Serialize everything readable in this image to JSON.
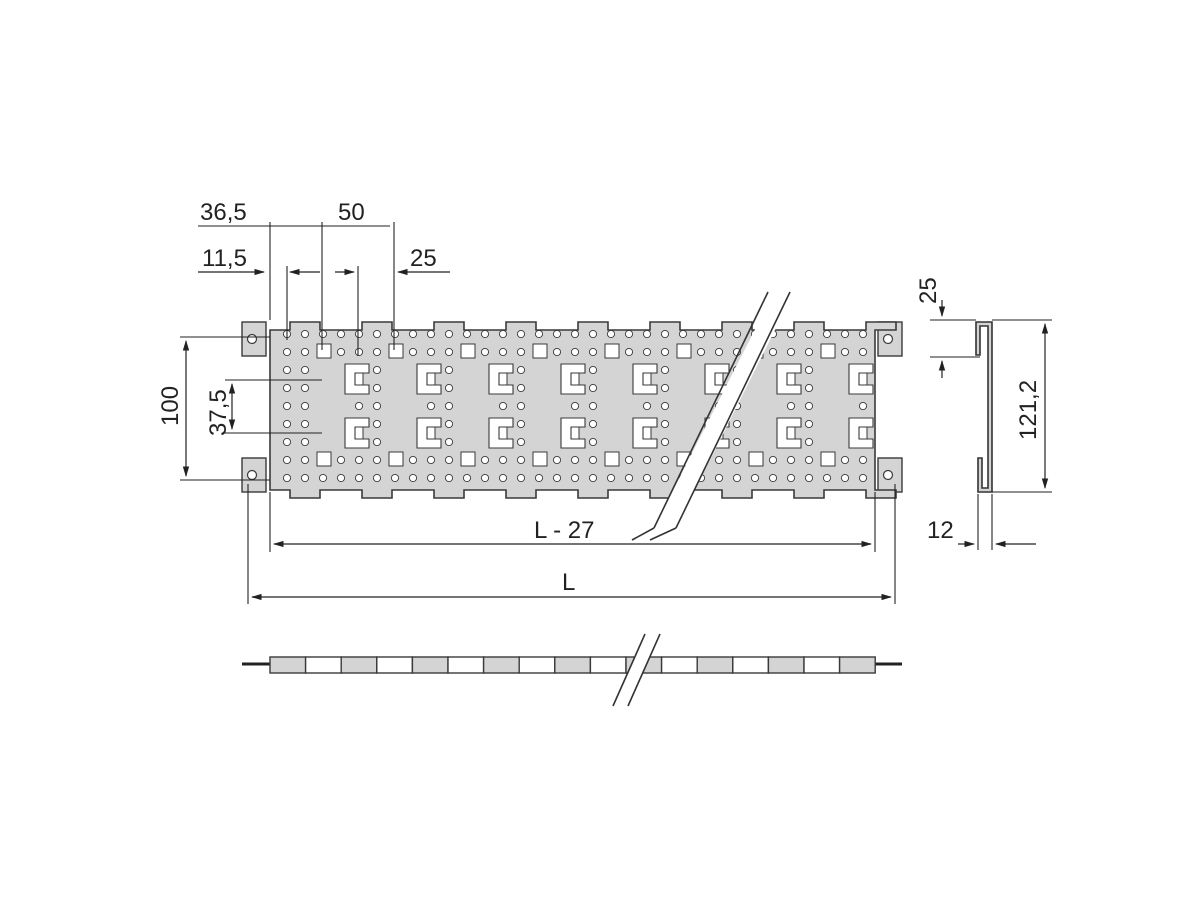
{
  "drawing": {
    "dimensions": {
      "d_36_5": "36,5",
      "d_50": "50",
      "d_11_5": "11,5",
      "d_25_top": "25",
      "d_100": "100",
      "d_37_5": "37,5",
      "d_L27": "L - 27",
      "d_L": "L",
      "d_25_side": "25",
      "d_121_2": "121,2",
      "d_12": "12"
    },
    "colors": {
      "plate_fill": "#d4d4d4",
      "plate_stroke": "#3a3a3a",
      "line": "#222222",
      "background": "#ffffff"
    }
  }
}
